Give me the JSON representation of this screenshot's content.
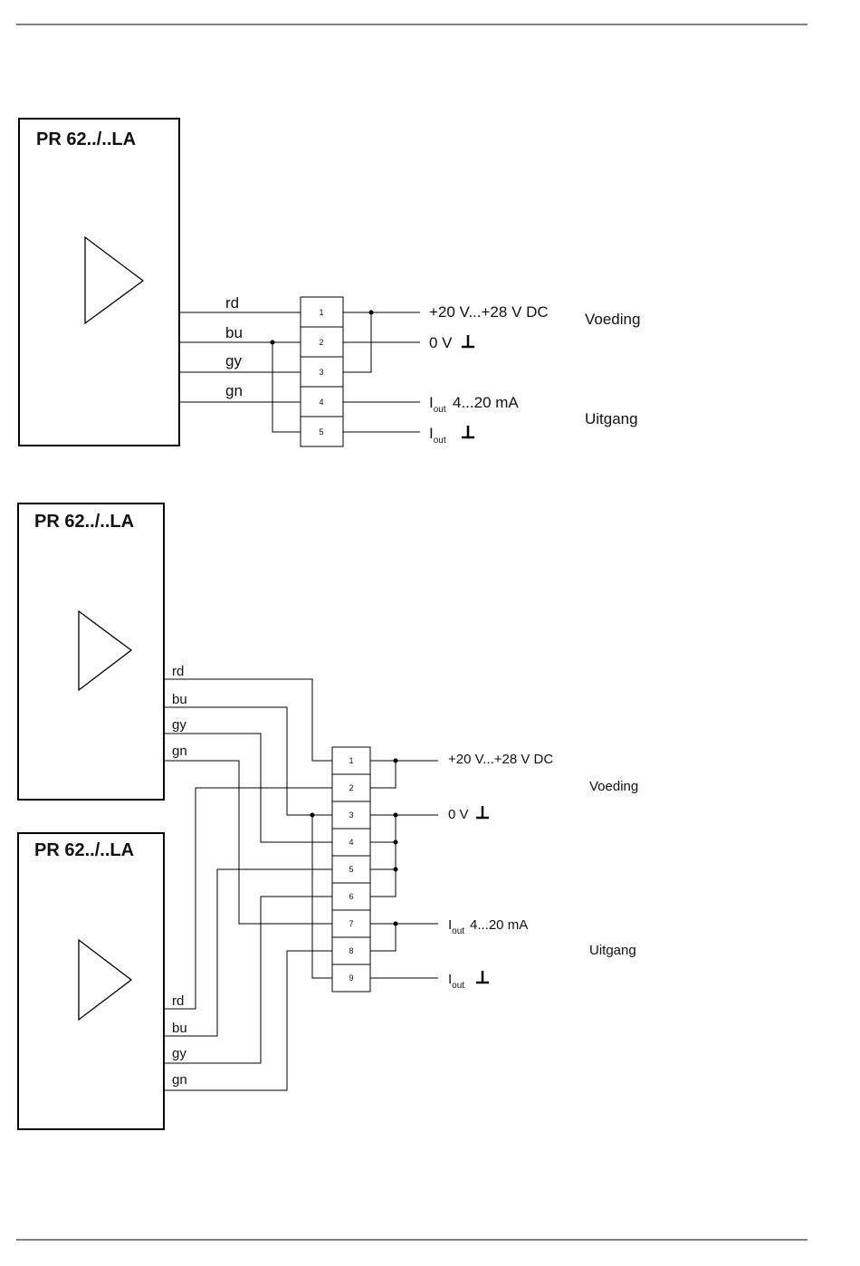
{
  "diagram1": {
    "title": "PR 62../..LA",
    "wires": [
      "rd",
      "bu",
      "gy",
      "gn"
    ],
    "terminals": [
      "1",
      "2",
      "3",
      "4",
      "5"
    ],
    "supply_plus": "+20 V...+28 V DC",
    "zero_v": "0 V",
    "iout_main": "I",
    "iout_sub": "out",
    "iout_range": "4...20 mA",
    "group_supply": "Voeding",
    "group_output": "Uitgang"
  },
  "diagram2": {
    "title_top": "PR 62../..LA",
    "title_bottom": "PR 62../..LA",
    "wires_top": [
      "rd",
      "bu",
      "gy",
      "gn"
    ],
    "wires_bottom": [
      "rd",
      "bu",
      "gy",
      "gn"
    ],
    "terminals": [
      "1",
      "2",
      "3",
      "4",
      "5",
      "6",
      "7",
      "8",
      "9"
    ],
    "supply_plus": "+20 V...+28 V DC",
    "zero_v": "0 V",
    "iout_main": "I",
    "iout_sub": "out",
    "iout_range": "4...20 mA",
    "group_supply": "Voeding",
    "group_output": "Uitgang"
  }
}
